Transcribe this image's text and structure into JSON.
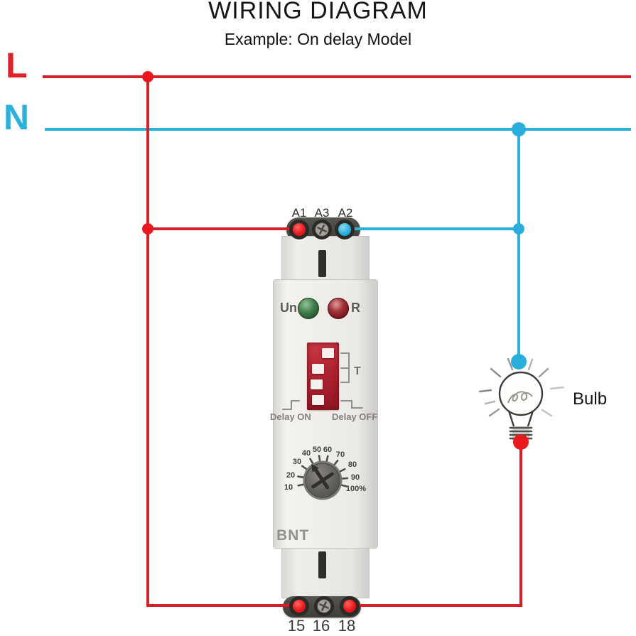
{
  "title": "WIRING DIAGRAM",
  "subtitle": "Example: On delay Model",
  "supply": {
    "live": "L",
    "neutral": "N"
  },
  "load": {
    "label": "Bulb"
  },
  "device": {
    "brand": "BNT",
    "top_terminals": [
      "A1",
      "A3",
      "A2"
    ],
    "bottom_terminals": [
      "15",
      "16",
      "18"
    ],
    "power_led_label": "Un",
    "relay_led_label": "R",
    "time_bracket_label": "T",
    "mode_left_label": "Delay ON",
    "mode_right_label": "Delay OFF",
    "dial_scale": [
      "10",
      "20",
      "30",
      "40",
      "50",
      "60",
      "70",
      "80",
      "90",
      "100%"
    ]
  },
  "colors": {
    "live_wire": "#d42127",
    "neutral_wire": "#2ab1dc",
    "junction_red": "#e9191f",
    "junction_cyan": "#29aedb",
    "dip_switch_red": "#b02431",
    "led_green": "#2f6d3c",
    "led_red": "#8c151a"
  }
}
